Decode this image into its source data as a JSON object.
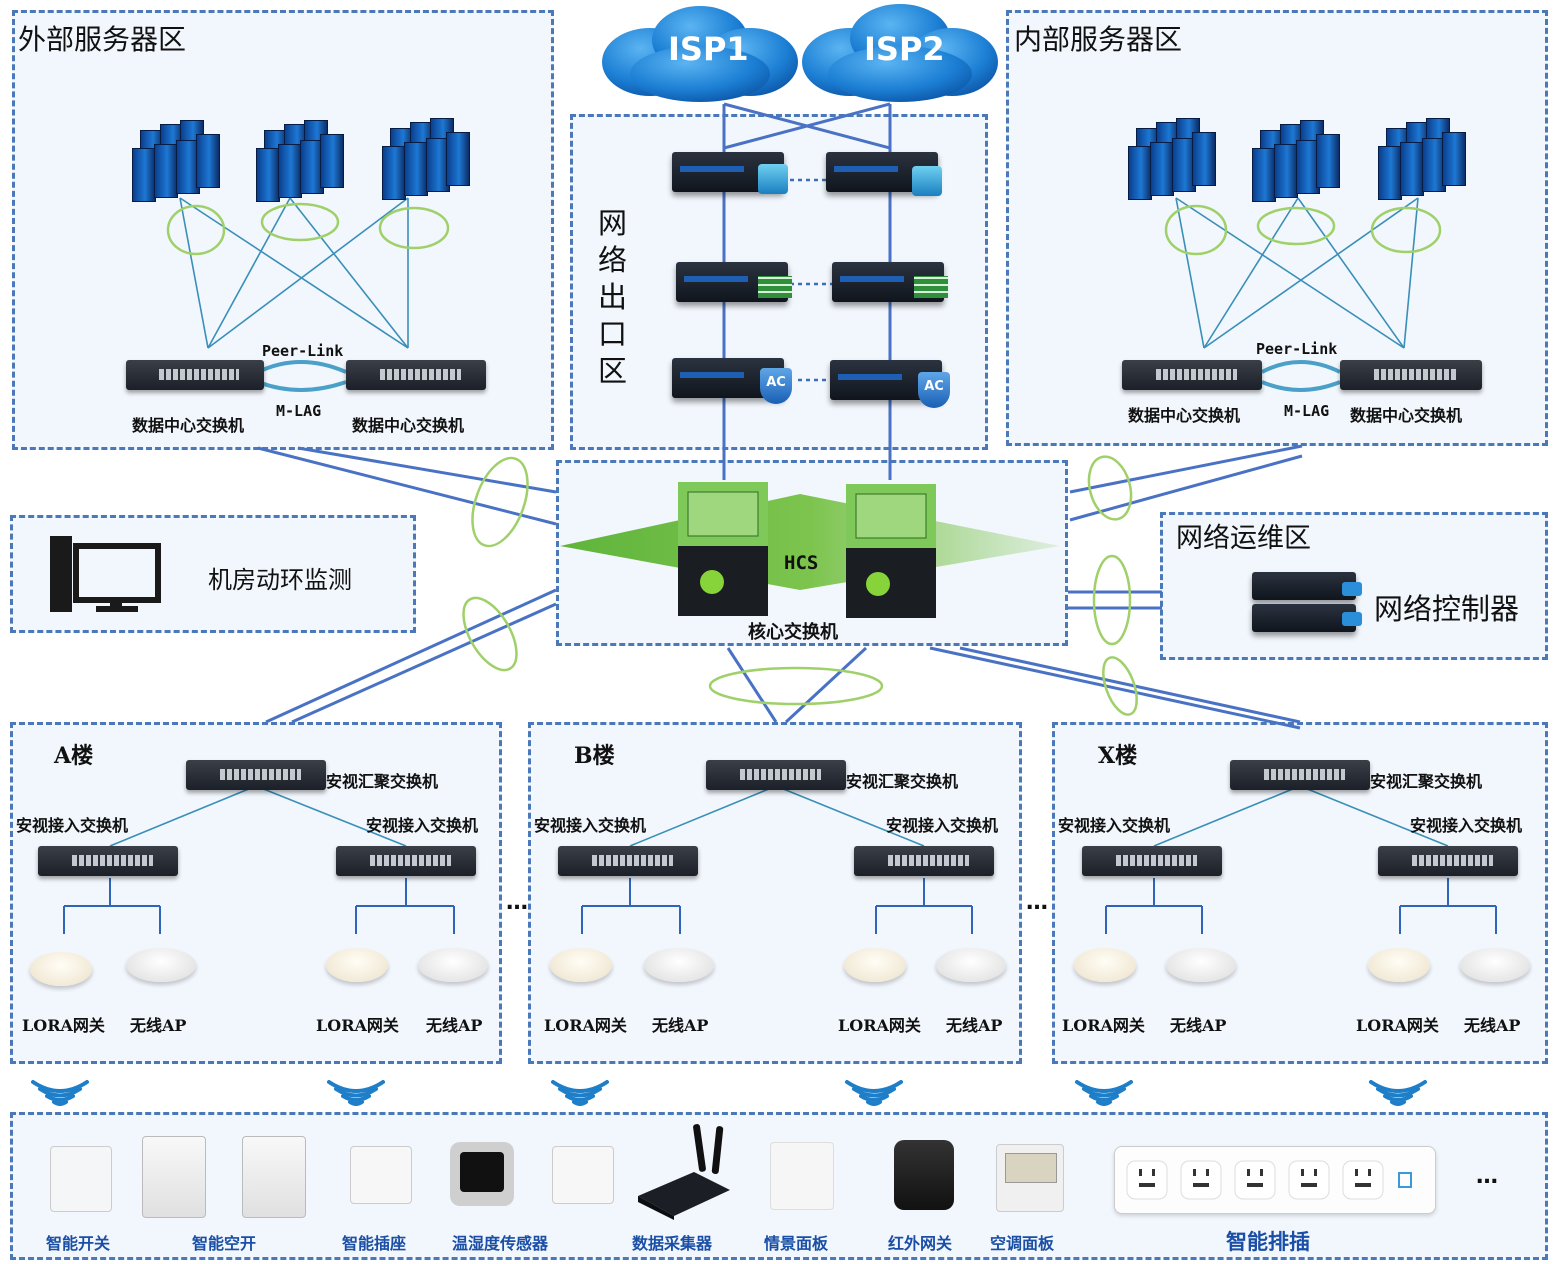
{
  "zones": {
    "external_servers": {
      "title": "外部服务器区",
      "switch_left": "数据中心交换机",
      "switch_right": "数据中心交换机",
      "peer_link": "Peer-Link",
      "mlag": "M-LAG"
    },
    "internal_servers": {
      "title": "内部服务器区",
      "switch_left": "数据中心交换机",
      "switch_right": "数据中心交换机",
      "peer_link": "Peer-Link",
      "mlag": "M-LAG"
    },
    "egress": {
      "title": "网络出口区",
      "isp1": "ISP1",
      "isp2": "ISP2",
      "ac_badge": "AC"
    },
    "core": {
      "hcs": "HCS",
      "label": "核心交换机"
    },
    "monitor": {
      "title": "机房动环监测"
    },
    "ops": {
      "title": "网络运维区",
      "controller": "网络控制器"
    }
  },
  "buildings": [
    {
      "name": "A楼",
      "agg": "安视汇聚交换机",
      "access_left": "安视接入交换机",
      "access_right": "安视接入交换机",
      "lora": "LORA网关",
      "ap": "无线AP"
    },
    {
      "name": "B楼",
      "agg": "安视汇聚交换机",
      "access_left": "安视接入交换机",
      "access_right": "安视接入交换机",
      "lora": "LORA网关",
      "ap": "无线AP"
    },
    {
      "name": "X楼",
      "agg": "安视汇聚交换机",
      "access_left": "安视接入交换机",
      "access_right": "安视接入交换机",
      "lora": "LORA网关",
      "ap": "无线AP"
    }
  ],
  "ellipsis": "…",
  "terminals": [
    "智能开关",
    "智能空开",
    "智能插座",
    "温湿度传感器",
    "数据采集器",
    "情景面板",
    "红外网关",
    "空调面板",
    "智能排插"
  ],
  "colors": {
    "zone_border": "#4a78b8",
    "link": "#4a72c4",
    "ellipse": "#9fd06a",
    "core_green": "#5fb43c"
  }
}
